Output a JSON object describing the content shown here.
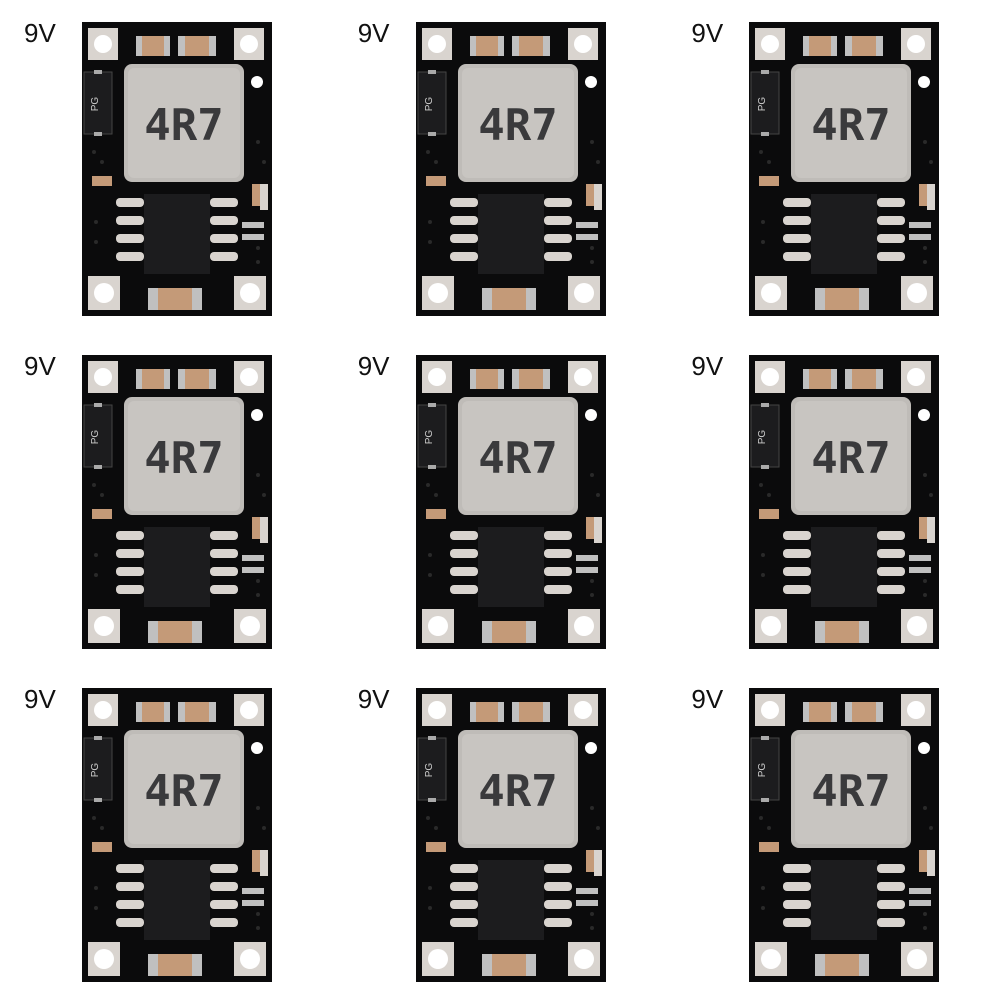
{
  "modules": [
    {
      "voltage": "9V",
      "inductor_marking": "4R7",
      "ic_marking": "PG"
    },
    {
      "voltage": "9V",
      "inductor_marking": "4R7",
      "ic_marking": "PG"
    },
    {
      "voltage": "9V",
      "inductor_marking": "4R7",
      "ic_marking": "PG"
    },
    {
      "voltage": "9V",
      "inductor_marking": "4R7",
      "ic_marking": "PG"
    },
    {
      "voltage": "9V",
      "inductor_marking": "4R7",
      "ic_marking": "PG"
    },
    {
      "voltage": "9V",
      "inductor_marking": "4R7",
      "ic_marking": "PG"
    },
    {
      "voltage": "9V",
      "inductor_marking": "4R7",
      "ic_marking": "PG"
    },
    {
      "voltage": "9V",
      "inductor_marking": "4R7",
      "ic_marking": "PG"
    },
    {
      "voltage": "9V",
      "inductor_marking": "4R7",
      "ic_marking": "PG"
    }
  ],
  "colors": {
    "pcb": "#0b0b0c",
    "inductor": "#bfbcb8",
    "pad": "#d9d4cf",
    "capacitor": "#c49a78",
    "chip": "#1c1c1e"
  }
}
